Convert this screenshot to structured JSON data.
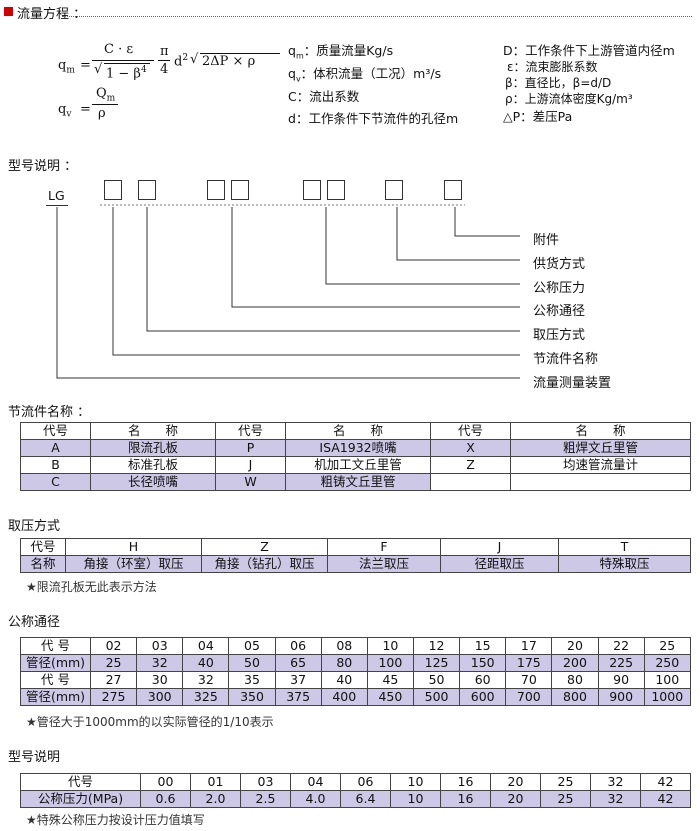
{
  "header": {
    "title": "流量方程 ："
  },
  "formula": {
    "qm": "q",
    "qm_sub": "m",
    "eq": "=",
    "num": "C · ε",
    "den": "1 − β",
    "den_sup": "4",
    "pi": "π",
    "four": "4",
    "d2": "d",
    "d2_sup": "2",
    "sqrt_inner": "2ΔP × ρ",
    "qv": "q",
    "qv_sub": "v",
    "qv_num": "Q",
    "qv_num_sub": "m",
    "qv_den": "ρ"
  },
  "legend_mid": [
    {
      "sym": "q",
      "sub": "m",
      "text": "：质量流量Kg/s"
    },
    {
      "sym": "q",
      "sub": "v",
      "text": "：体积流量（工况）m³/s"
    },
    {
      "sym": "C",
      "sub": "",
      "text": "：流出系数"
    },
    {
      "sym": "d",
      "sub": "",
      "text": "：工作条件下节流件的孔径m"
    }
  ],
  "legend_right": [
    "D：工作条件下上游管道内径m",
    "ε：流束膨胀系数",
    "β：直径比，β=d/D",
    "ρ：上游流体密度Kg/m³",
    "△P：差压Pa"
  ],
  "model": {
    "title": "型号说明 ：",
    "prefix": "LG",
    "labels": [
      "附件",
      "供货方式",
      "公称压力",
      "公称通径",
      "取压方式",
      "节流件名称",
      "流量测量装置"
    ]
  },
  "elements": {
    "title": "节流件名称 ：",
    "header": [
      "代号",
      "名　　称",
      "代号",
      "名　　称",
      "代号",
      "名　　称"
    ],
    "rows": [
      [
        "A",
        "限流孔板",
        "P",
        "ISA1932喷嘴",
        "X",
        "粗焊文丘里管"
      ],
      [
        "B",
        "标准孔板",
        "J",
        "机加工文丘里管",
        "Z",
        "均速管流量计"
      ],
      [
        "C",
        "长径喷嘴",
        "W",
        "粗铸文丘里管",
        "",
        ""
      ]
    ]
  },
  "tap": {
    "title": "取压方式",
    "codes": [
      "代号",
      "H",
      "Z",
      "F",
      "J",
      "T"
    ],
    "names": [
      "名称",
      "角接（环室）取压",
      "角接（钻孔）取压",
      "法兰取压",
      "径距取压",
      "特殊取压"
    ],
    "note": "★限流孔板无此表示方法"
  },
  "bore": {
    "title": "公称通径",
    "row1": [
      "代  号",
      "02",
      "03",
      "04",
      "05",
      "06",
      "08",
      "10",
      "12",
      "15",
      "17",
      "20",
      "22",
      "25"
    ],
    "row2": [
      "管径(mm)",
      "25",
      "32",
      "40",
      "50",
      "65",
      "80",
      "100",
      "125",
      "150",
      "175",
      "200",
      "225",
      "250"
    ],
    "row3": [
      "代  号",
      "27",
      "30",
      "32",
      "35",
      "37",
      "40",
      "45",
      "50",
      "60",
      "70",
      "80",
      "90",
      "100"
    ],
    "row4": [
      "管径(mm)",
      "275",
      "300",
      "325",
      "350",
      "375",
      "400",
      "450",
      "500",
      "600",
      "700",
      "800",
      "900",
      "1000"
    ],
    "note": "★管径大于1000mm的以实际管径的1/10表示"
  },
  "pressure": {
    "title": "型号说明",
    "row1": [
      "代号",
      "00",
      "01",
      "03",
      "04",
      "06",
      "10",
      "16",
      "20",
      "25",
      "32",
      "42"
    ],
    "row2": [
      "公称压力(MPa)",
      "0.6",
      "2.0",
      "2.5",
      "4.0",
      "6.4",
      "10",
      "16",
      "20",
      "25",
      "32",
      "42"
    ],
    "note": "★特殊公称压力按设计压力值填写"
  },
  "colors": {
    "accent": "#d40000",
    "purple": "#ccc8e6"
  }
}
